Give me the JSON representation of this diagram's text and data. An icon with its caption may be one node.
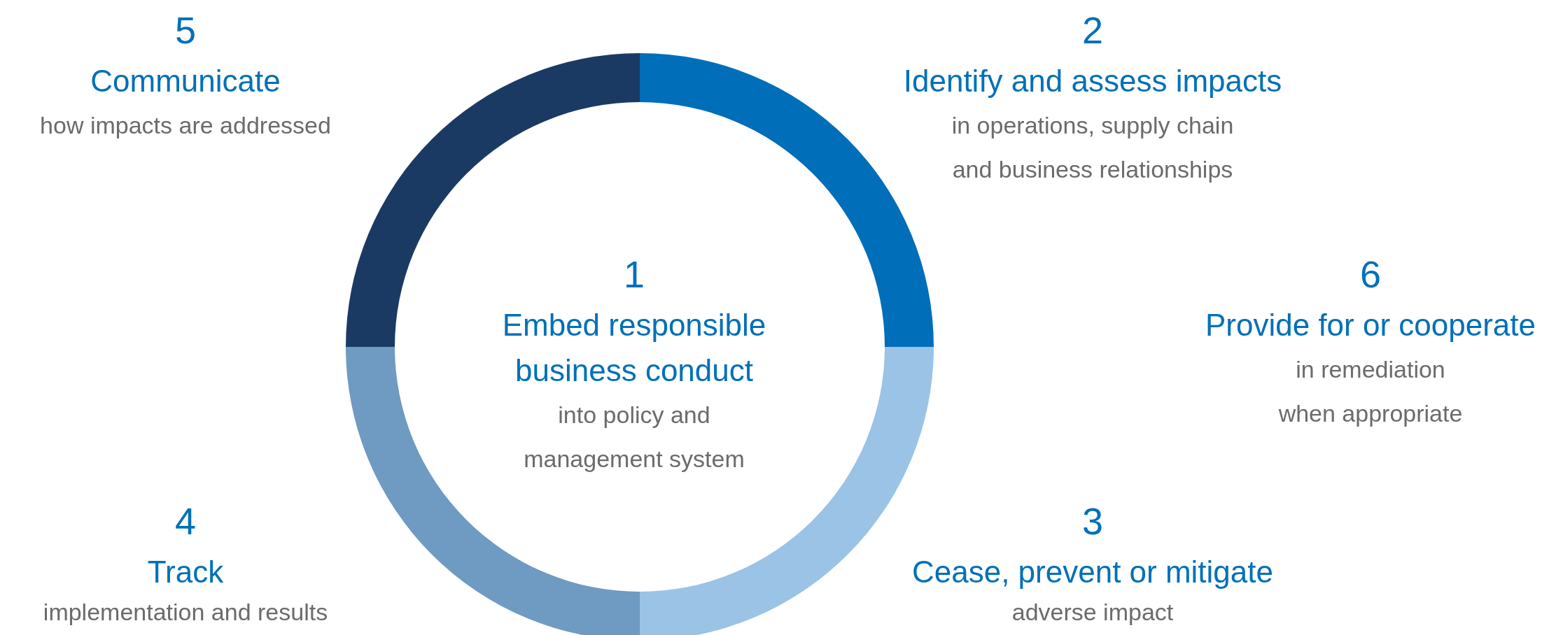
{
  "diagram": {
    "nodes": [
      {
        "text": [
          "5",
          "Communicate",
          "how impacts are addressed"
        ]
      },
      {
        "text": [
          "2",
          "Identify and assess impacts",
          "in operations, supply chain and business relationships"
        ]
      },
      {
        "text": [
          "1",
          "Embed responsible business conduct",
          "into policy and management system"
        ]
      },
      {
        "text": [
          "6",
          "Provide for or cooperate",
          "in remediation when appropriate"
        ]
      },
      {
        "text": [
          "4",
          "Track",
          "implementation and results"
        ]
      },
      {
        "text": [
          "3",
          "Cease, prevent or mitigate",
          "adverse impact"
        ]
      }
    ]
  }
}
